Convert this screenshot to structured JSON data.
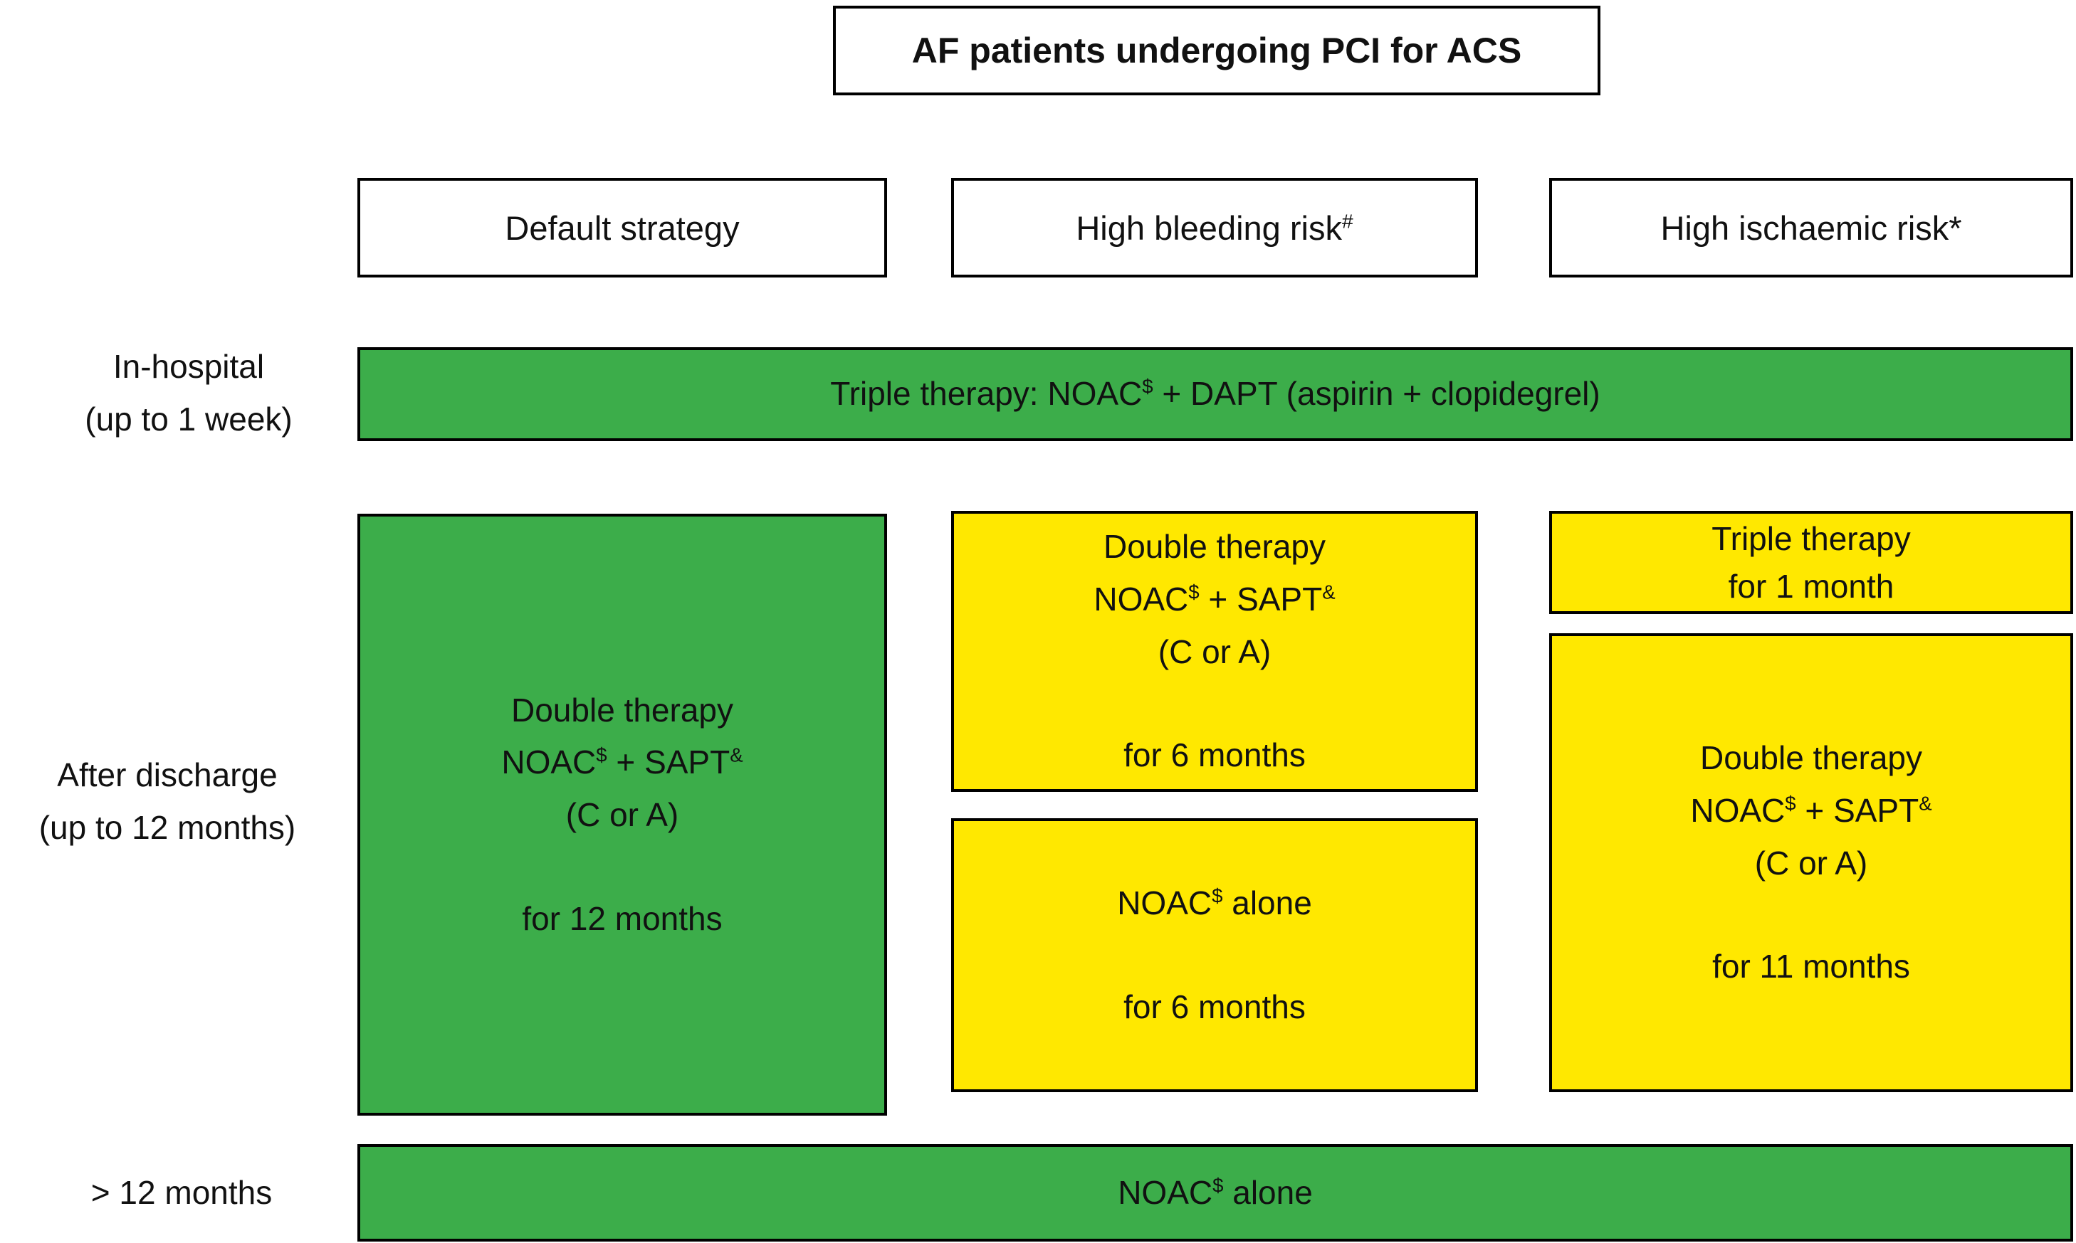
{
  "colors": {
    "green": "#3CAD4A",
    "yellow": "#FFE800",
    "border": "#000000",
    "text": "#111111"
  },
  "title": "AF patients undergoing PCI for ACS",
  "column_headers": {
    "default": {
      "text": "Default strategy",
      "sup": ""
    },
    "bleeding": {
      "text": "High bleeding risk",
      "sup": "#"
    },
    "ischaemic": {
      "text": "High ischaemic risk*",
      "sup": ""
    }
  },
  "row_labels": {
    "in_hospital": {
      "line1": "In-hospital",
      "line2": "(up to 1 week)"
    },
    "after_discharge": {
      "line1": "After discharge",
      "line2": "(up to 12 months)"
    },
    "beyond_12_months": {
      "line1": "> 12 months"
    }
  },
  "cells": {
    "in_hospital_bar": {
      "pre": "Triple therapy: NOAC",
      "sup": "$",
      "post": " + DAPT (aspirin + clopidegrel)"
    },
    "default_after_discharge": {
      "line1": "Double therapy",
      "drug_pre": "NOAC",
      "drug_sup1": "$",
      "drug_mid": " + SAPT",
      "drug_sup2": "&",
      "line3": "(C or A)",
      "duration": "for 12 months"
    },
    "bleeding_phase1": {
      "line1": "Double therapy",
      "drug_pre": "NOAC",
      "drug_sup1": "$",
      "drug_mid": " + SAPT",
      "drug_sup2": "&",
      "line3": "(C or A)",
      "duration": "for 6 months"
    },
    "bleeding_phase2": {
      "drug_pre": "NOAC",
      "drug_sup": "$",
      "drug_post": " alone",
      "duration": "for 6 months"
    },
    "ischaemic_phase1": {
      "line1": "Triple therapy",
      "line2": "for 1 month"
    },
    "ischaemic_phase2": {
      "line1": "Double therapy",
      "drug_pre": "NOAC",
      "drug_sup1": "$",
      "drug_mid": " + SAPT",
      "drug_sup2": "&",
      "line3": "(C or A)",
      "duration": "for 11 months"
    },
    "beyond_12_months_bar": {
      "pre": "NOAC",
      "sup": "$",
      "post": " alone"
    }
  }
}
